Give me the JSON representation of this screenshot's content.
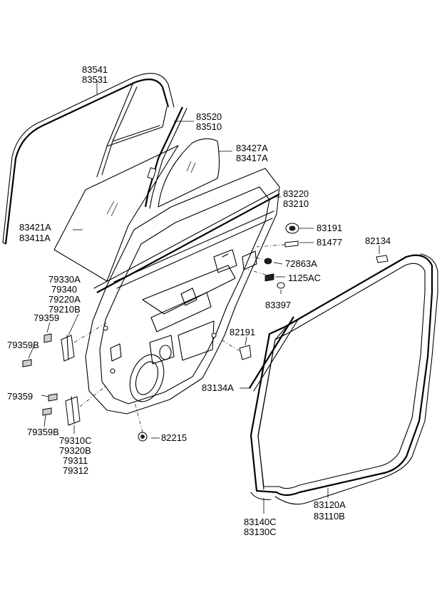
{
  "labels": {
    "l83541": "83541",
    "l83531": "83531",
    "l83520": "83520",
    "l83510": "83510",
    "l83427A": "83427A",
    "l83417A": "83417A",
    "l83220": "83220",
    "l83210": "83210",
    "l83191": "83191",
    "l81477": "81477",
    "l82134": "82134",
    "l83421A": "83421A",
    "l83411A": "83411A",
    "l72863A": "72863A",
    "l1125AC": "1125AC",
    "l79330A": "79330A",
    "l79340": "79340",
    "l79220A": "79220A",
    "l79210B": "79210B",
    "l83397": "83397",
    "l79359a": "79359",
    "l79359Ba": "79359B",
    "l82191": "82191",
    "l83134A": "83134A",
    "l79359b": "79359",
    "l79359Bb": "79359B",
    "l82215": "82215",
    "l79310C": "79310C",
    "l79320B": "79320B",
    "l79311": "79311",
    "l79312": "79312",
    "l83120A": "83120A",
    "l83110B": "83110B",
    "l83140C": "83140C",
    "l83130C": "83130C"
  }
}
